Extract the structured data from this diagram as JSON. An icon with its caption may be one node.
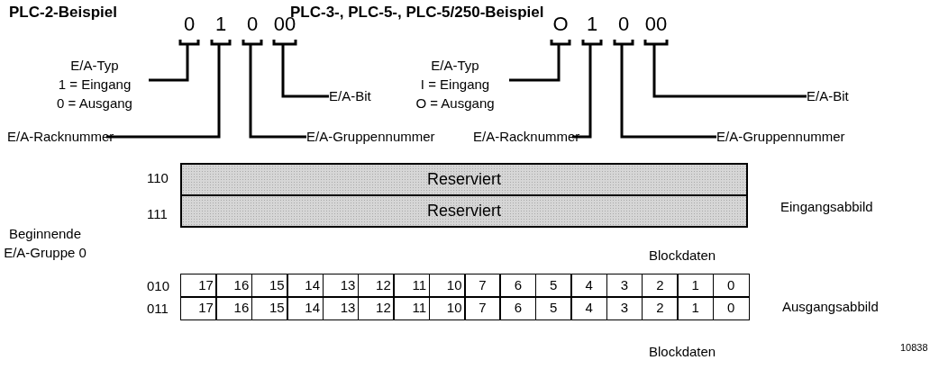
{
  "diagram": {
    "nodes": [
      {
        "text": [
          "0"
        ]
      },
      {
        "text": [
          "1"
        ]
      },
      {
        "text": [
          "0"
        ]
      },
      {
        "text": [
          "00"
        ]
      },
      {
        "text": [
          "E/A-Typ",
          "1 = Eingang",
          "0 = Ausgang"
        ]
      },
      {
        "text": [
          "E/A-Racknummer"
        ]
      },
      {
        "text": [
          "E/A-Gruppennummer"
        ]
      },
      {
        "text": [
          "E/A-Bit"
        ]
      },
      {
        "text": [
          "O"
        ]
      },
      {
        "text": [
          "1"
        ]
      },
      {
        "text": [
          "0"
        ]
      },
      {
        "text": [
          "00"
        ]
      },
      {
        "text": [
          "E/A-Typ",
          "I = Eingang",
          "O = Ausgang"
        ]
      },
      {
        "text": [
          "E/A-Racknummer"
        ]
      },
      {
        "text": [
          "E/A-Gruppennummer"
        ]
      },
      {
        "text": [
          "E/A-Bit"
        ]
      },
      {
        "text": [
          "Reserviert"
        ]
      },
      {
        "text": [
          "Reserviert"
        ]
      }
    ],
    "edges": [
      {
        "from": 4,
        "to": 0,
        "arrow": "none"
      },
      {
        "from": 5,
        "to": 1,
        "arrow": "none"
      },
      {
        "from": 6,
        "to": 2,
        "arrow": "none"
      },
      {
        "from": 7,
        "to": 3,
        "arrow": "none"
      },
      {
        "from": 12,
        "to": 8,
        "arrow": "none"
      },
      {
        "from": 13,
        "to": 9,
        "arrow": "none"
      },
      {
        "from": 14,
        "to": 10,
        "arrow": "none"
      },
      {
        "from": 15,
        "to": 11,
        "arrow": "none"
      }
    ],
    "labels": [
      "PLC-2-Beispiel",
      "PLC-3-, PLC-5-, PLC-5/250-Beispiel",
      "110",
      "111",
      "Eingangsabbild",
      "Beginnende E/A-Gruppe 0",
      "Blockdaten",
      "010",
      "17",
      "16",
      "15",
      "14",
      "13",
      "12",
      "11",
      "10",
      "7",
      "6",
      "5",
      "4",
      "3",
      "2",
      "1",
      "0",
      "011",
      "17",
      "16",
      "15",
      "14",
      "13",
      "12",
      "11",
      "10",
      "7",
      "6",
      "5",
      "4",
      "3",
      "2",
      "1",
      "0",
      "Ausgangsabbild",
      "Blockdaten",
      "10838"
    ]
  }
}
